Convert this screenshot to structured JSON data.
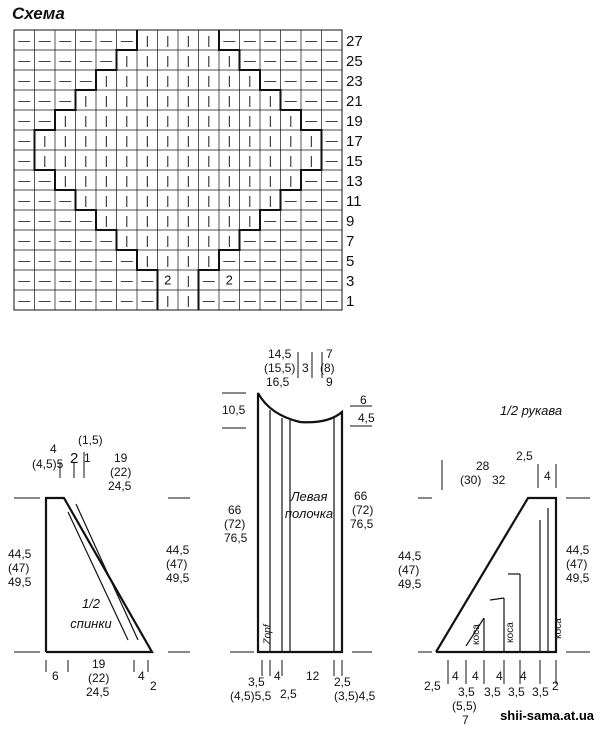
{
  "chart": {
    "title": "Схема",
    "row_numbers": [
      "27",
      "25",
      "23",
      "21",
      "19",
      "17",
      "15",
      "13",
      "11",
      "9",
      "7",
      "5",
      "3",
      "1"
    ],
    "cell_marks": {
      "knit": "|",
      "purl": "—",
      "cross": "2"
    }
  },
  "back": {
    "label": "1/2 спинки",
    "top_labels": [
      "4",
      "(4,5)5",
      "2",
      "(1,5)",
      "1",
      "19",
      "(22)",
      "24,5"
    ],
    "left_height": [
      "44,5",
      "(47)",
      "49,5"
    ],
    "right_height": [
      "44,5",
      "(47)",
      "49,5"
    ],
    "bottom_labels": [
      "6",
      "19",
      "(22)",
      "24,5",
      "4",
      "2"
    ]
  },
  "front": {
    "label": "Левая полочка",
    "band_label": "Zopf",
    "top_labels": [
      "14,5",
      "(15,5)",
      "16,5",
      "3",
      "7",
      "(8)",
      "9"
    ],
    "neck_left": "10,5",
    "neck_right": [
      "6",
      "4,5"
    ],
    "left_height": [
      "66",
      "(72)",
      "76,5"
    ],
    "right_height": [
      "66",
      "(72)",
      "76,5"
    ],
    "bottom_labels": [
      "3,5",
      "(4,5)5,5",
      "4",
      "2,5",
      "12",
      "2,5",
      "(3,5)4,5"
    ]
  },
  "sleeve": {
    "label": "1/2 рукава",
    "top_labels": [
      "28",
      "(30)",
      "32",
      "2,5",
      "4"
    ],
    "left_height": [
      "44,5",
      "(47)",
      "49,5"
    ],
    "right_height": [
      "44,5",
      "(47)",
      "49,5"
    ],
    "kosa": "коса",
    "bottom_labels": [
      "2,5",
      "4",
      "3,5",
      "(5,5)",
      "7",
      "4",
      "3,5",
      "4",
      "3,5",
      "4",
      "3,5",
      "2"
    ]
  },
  "watermark": "shii-sama.at.ua"
}
